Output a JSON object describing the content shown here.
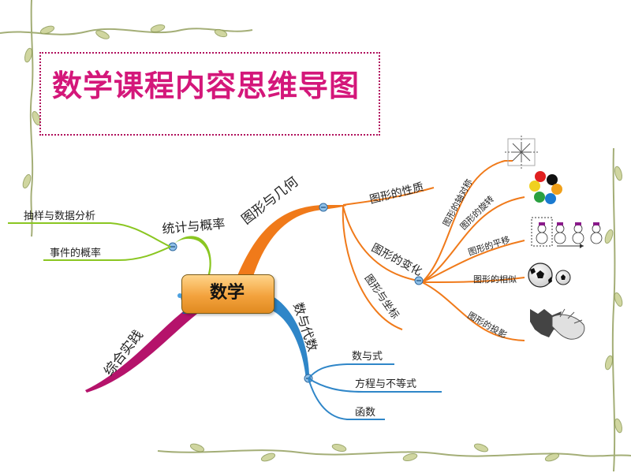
{
  "title": "数学课程内容思维导图",
  "center": "数学",
  "branches": {
    "geometry": {
      "label": "图形与几何",
      "color": "#f07a1a",
      "children": {
        "properties": "图形的性质",
        "transformations": {
          "label": "图形的变化",
          "children": {
            "symmetry": "图形的轴对称",
            "rotation": "图形的旋转",
            "translation": "图形的平移",
            "similarity": "图形的相似",
            "projection": "图形的投影"
          }
        },
        "coordinates": "图形与坐标"
      }
    },
    "statistics": {
      "label": "统计与概率",
      "color": "#8ac621",
      "children": {
        "sampling": "抽样与数据分析",
        "probability": "事件的概率"
      }
    },
    "algebra": {
      "label": "数与代数",
      "color": "#2f86c8",
      "children": {
        "numbers": "数与式",
        "equations": "方程与不等式",
        "functions": "函数"
      }
    },
    "practice": {
      "label": "综合实践",
      "color": "#b5136b"
    }
  },
  "colors": {
    "title_text": "#d4177a",
    "title_border": "#b1125e",
    "vine": "#8d9a55",
    "vine_leaf": "#c8cf8f"
  },
  "icons": [
    "snowflake-symmetry-icon",
    "pinwheel-rotation-icon",
    "snowmen-translation-icon",
    "soccer-balls-similarity-icon",
    "hand-shadow-projection-icon"
  ]
}
